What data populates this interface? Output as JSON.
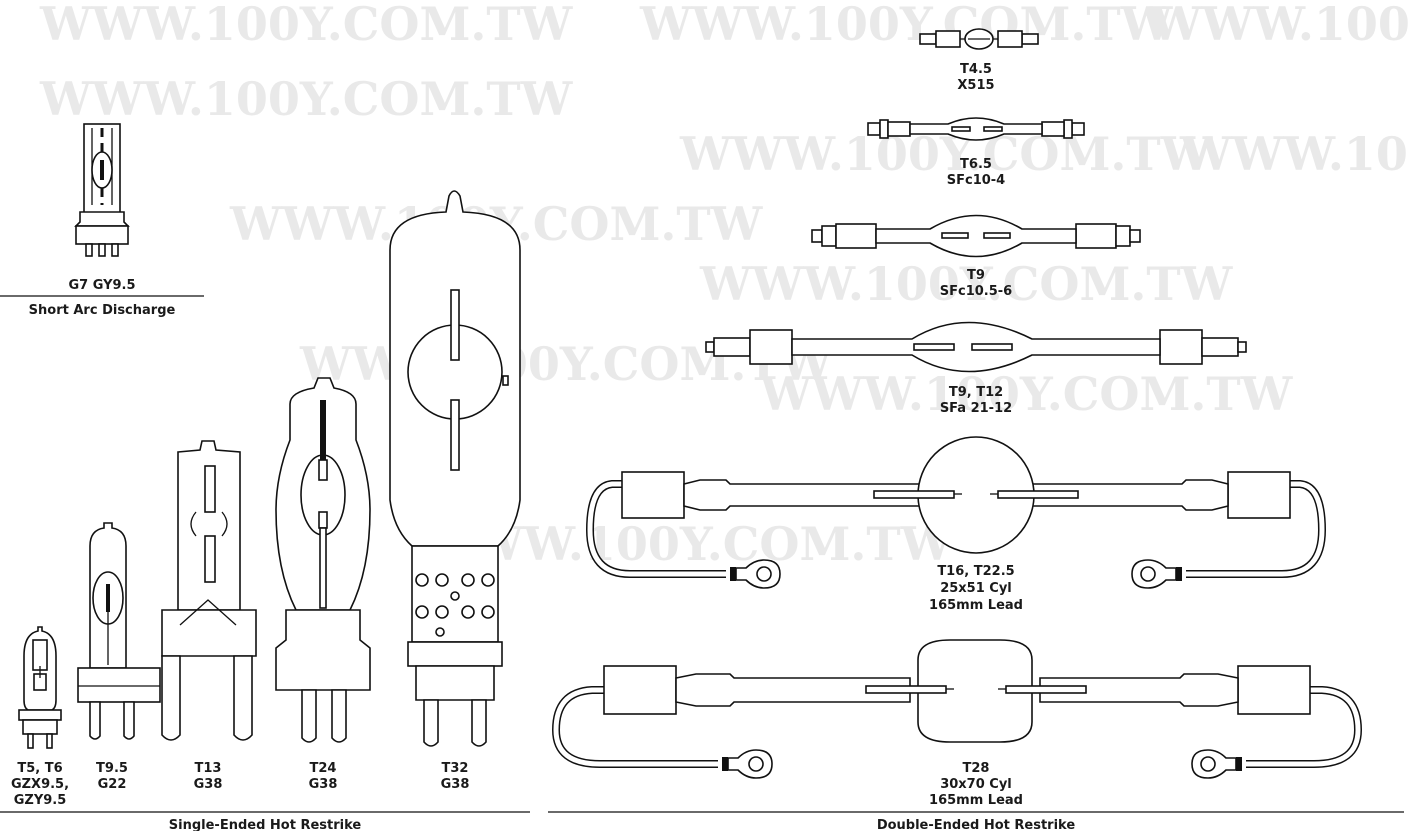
{
  "watermark": "WWW.100Y.COM.TW",
  "sections": {
    "short_arc": "Short Arc Discharge",
    "single_ended": "Single-Ended Hot Restrike",
    "double_ended": "Double-Ended Hot Restrike"
  },
  "lamps": {
    "g7": {
      "line1": "G7 GY9.5"
    },
    "t5": {
      "line1": "T5, T6",
      "line2": "GZX9.5,",
      "line3": "GZY9.5"
    },
    "t95": {
      "line1": "T9.5",
      "line2": "G22"
    },
    "t13": {
      "line1": "T13",
      "line2": "G38"
    },
    "t24": {
      "line1": "T24",
      "line2": "G38"
    },
    "t32": {
      "line1": "T32",
      "line2": "G38"
    },
    "t45": {
      "line1": "T4.5",
      "line2": "X515"
    },
    "t65": {
      "line1": "T6.5",
      "line2": "SFc10-4"
    },
    "t9": {
      "line1": "T9",
      "line2": "SFc10.5-6"
    },
    "t9t12": {
      "line1": "T9, T12",
      "line2": "SFa 21-12"
    },
    "t16": {
      "line1": "T16, T22.5",
      "line2": "25x51 Cyl",
      "line3": "165mm Lead"
    },
    "t28": {
      "line1": "T28",
      "line2": "30x70 Cyl",
      "line3": "165mm Lead"
    }
  }
}
